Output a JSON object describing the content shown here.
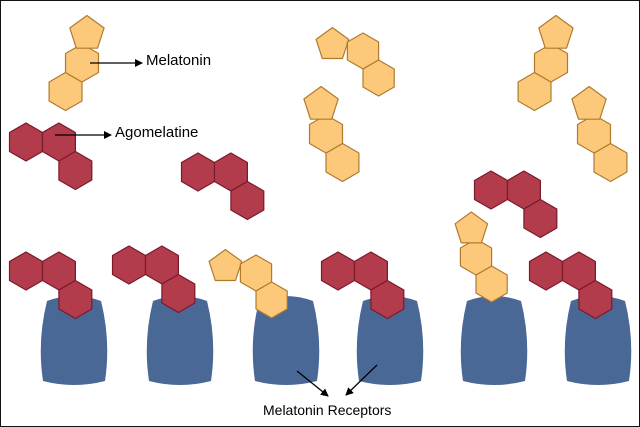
{
  "labels": {
    "melatonin": "Melatonin",
    "agomelatine": "Agomelatine",
    "receptors": "Melatonin Receptors"
  },
  "colors": {
    "melatonin_fill": "#fcc97a",
    "melatonin_stroke": "#b07a2e",
    "agomelatine_fill": "#b23c4c",
    "agomelatine_stroke": "#7a1a2a",
    "receptor_fill": "#4a6896",
    "arrow": "#000000"
  },
  "legend": [
    {
      "molecule": "melatonin",
      "label_key": "melatonin"
    },
    {
      "molecule": "agomelatine",
      "label_key": "agomelatine"
    }
  ],
  "free_molecules": [
    {
      "type": "melatonin"
    },
    {
      "type": "melatonin"
    },
    {
      "type": "melatonin"
    },
    {
      "type": "melatonin"
    },
    {
      "type": "melatonin"
    },
    {
      "type": "agomelatine"
    },
    {
      "type": "agomelatine"
    }
  ],
  "receptors": [
    {
      "bound": "agomelatine"
    },
    {
      "bound": "agomelatine"
    },
    {
      "bound": "melatonin"
    },
    {
      "bound": "agomelatine"
    },
    {
      "bound": "melatonin"
    },
    {
      "bound": "agomelatine"
    }
  ]
}
